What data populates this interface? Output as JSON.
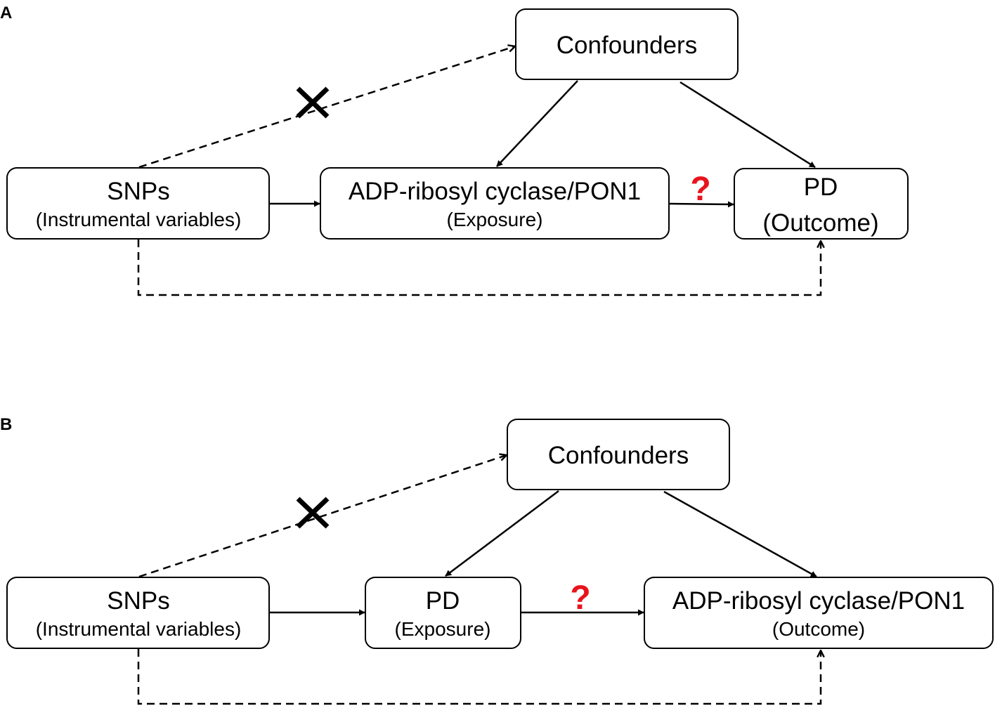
{
  "panels": [
    {
      "label": "A",
      "confounders": "Confounders",
      "instrument": {
        "title": "SNPs",
        "subtitle": "(Instrumental variables)"
      },
      "exposure": {
        "title": "ADP-ribosyl cyclase/PON1",
        "subtitle": "(Exposure)"
      },
      "outcome": {
        "title": "PD",
        "subtitle": "(Outcome)"
      },
      "question_mark": "?"
    },
    {
      "label": "B",
      "confounders": "Confounders",
      "instrument": {
        "title": "SNPs",
        "subtitle": "(Instrumental variables)"
      },
      "exposure": {
        "title": "PD",
        "subtitle": "(Exposure)"
      },
      "outcome": {
        "title": "ADP-ribosyl cyclase/PON1",
        "subtitle": "(Outcome)"
      },
      "question_mark": "?"
    }
  ],
  "colors": {
    "question_mark": "#e8141c",
    "line": "#000000"
  }
}
